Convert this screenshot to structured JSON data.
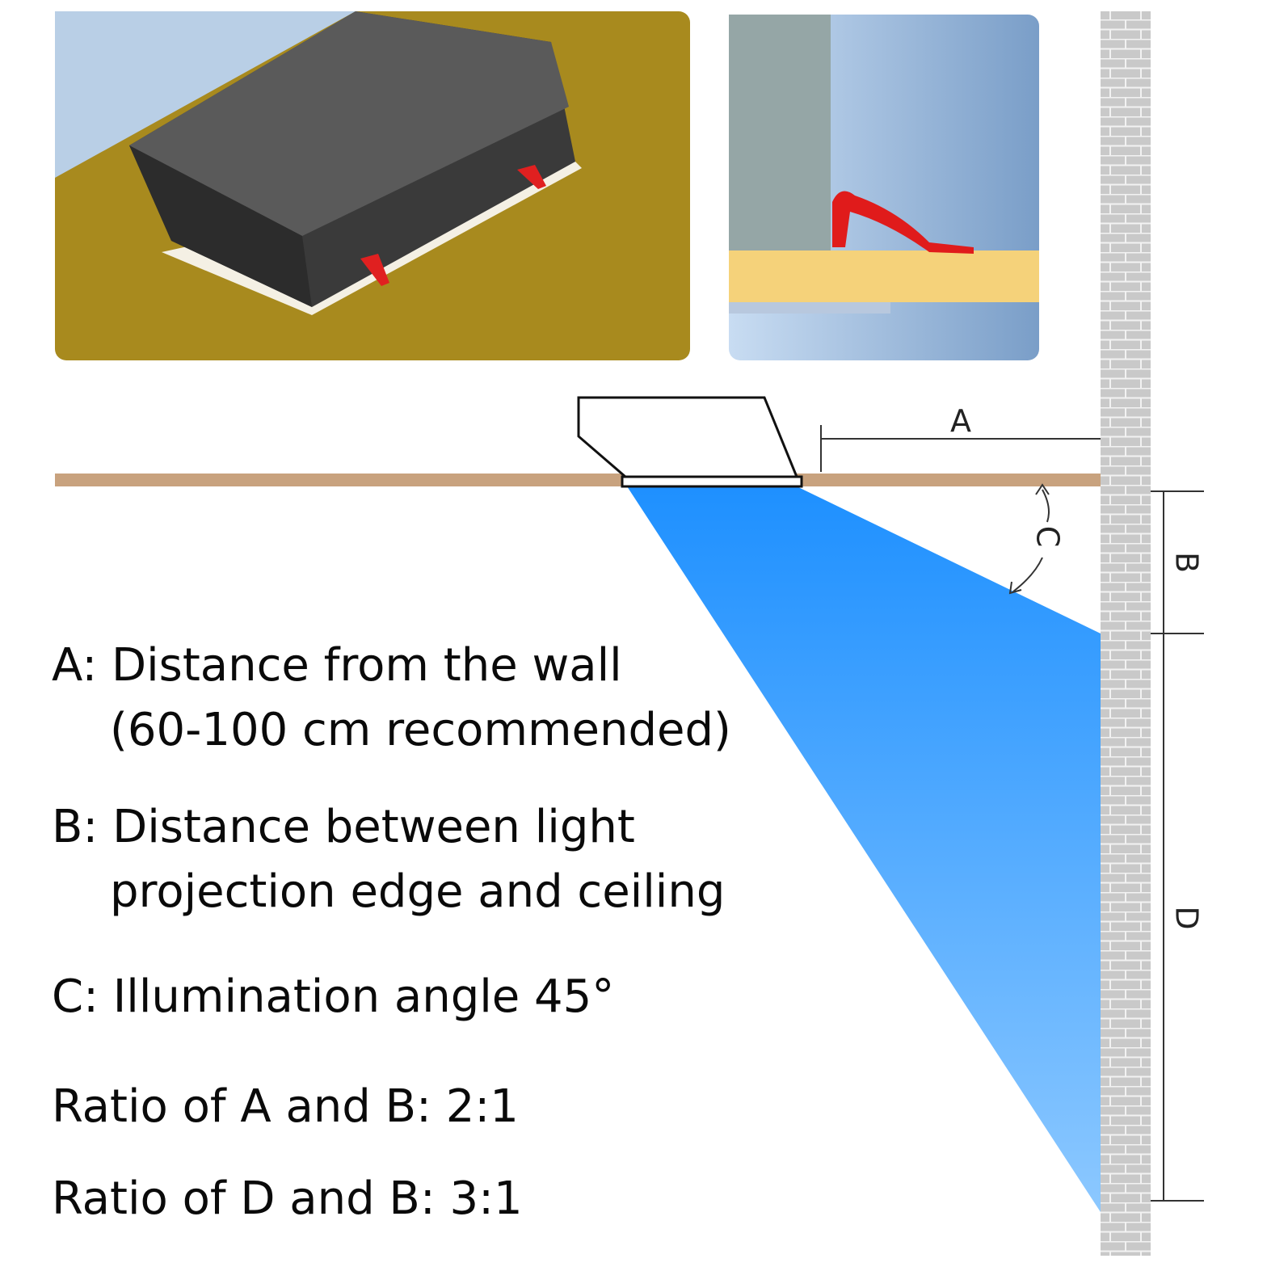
{
  "dimensions": {
    "a_label": "A",
    "b_label": "B",
    "c_label": "C",
    "d_label": "D"
  },
  "legend": {
    "a_line1": "A: Distance from the wall",
    "a_line2": "(60-100 cm recommended)",
    "b_line1": "B: Distance between light",
    "b_line2": "projection edge and ceiling",
    "c_line": "C: Illumination angle 45°",
    "ratio_ab": "Ratio of A and B: 2:1",
    "ratio_db": "Ratio of D and B: 3:1"
  },
  "colors": {
    "ceiling_board": "#c8a27e",
    "light_beam_top": "#1e90ff",
    "light_beam_bottom": "#8cc8ff",
    "brick_wall": "#c4c4c4",
    "ceiling_panel_photo": "#a88a1e",
    "fixture_body": "#4a4a4a",
    "clip_red": "#e02020",
    "profile_wood": "#f5d27a"
  },
  "icons": {
    "clip_photo": "spring-clip-photo",
    "fixture_photo": "wall-washer-fixture-photo"
  }
}
